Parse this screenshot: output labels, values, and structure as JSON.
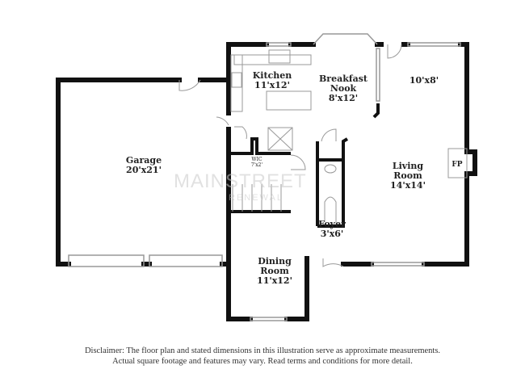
{
  "rooms": {
    "kitchen": {
      "name": "Kitchen",
      "size": "11'x12'"
    },
    "breakfast_nook": {
      "name": "Breakfast\nNook",
      "size": "8'x12'"
    },
    "den": {
      "size": "10'x8'"
    },
    "garage": {
      "name": "Garage",
      "size": "20'x21'"
    },
    "living_room": {
      "name": "Living\nRoom",
      "size": "14'x14'"
    },
    "fireplace": {
      "name": "FP"
    },
    "wic": {
      "name": "WIC",
      "size": "7'x2'"
    },
    "foyer": {
      "name": "Foyer",
      "size": "3'x6'"
    },
    "dining_room": {
      "name": "Dining\nRoom",
      "size": "11'x12'"
    }
  },
  "watermark": {
    "line1": "MAINSTREET",
    "line2": "RENEWAL"
  },
  "disclaimer": {
    "line1": "Disclaimer: The floor plan and stated dimensions in this illustration serve as approximate measurements.",
    "line2": "Actual square footage and features may vary. Read terms and conditions for more detail."
  },
  "colors": {
    "wall": "#111111",
    "window": "#999999"
  }
}
